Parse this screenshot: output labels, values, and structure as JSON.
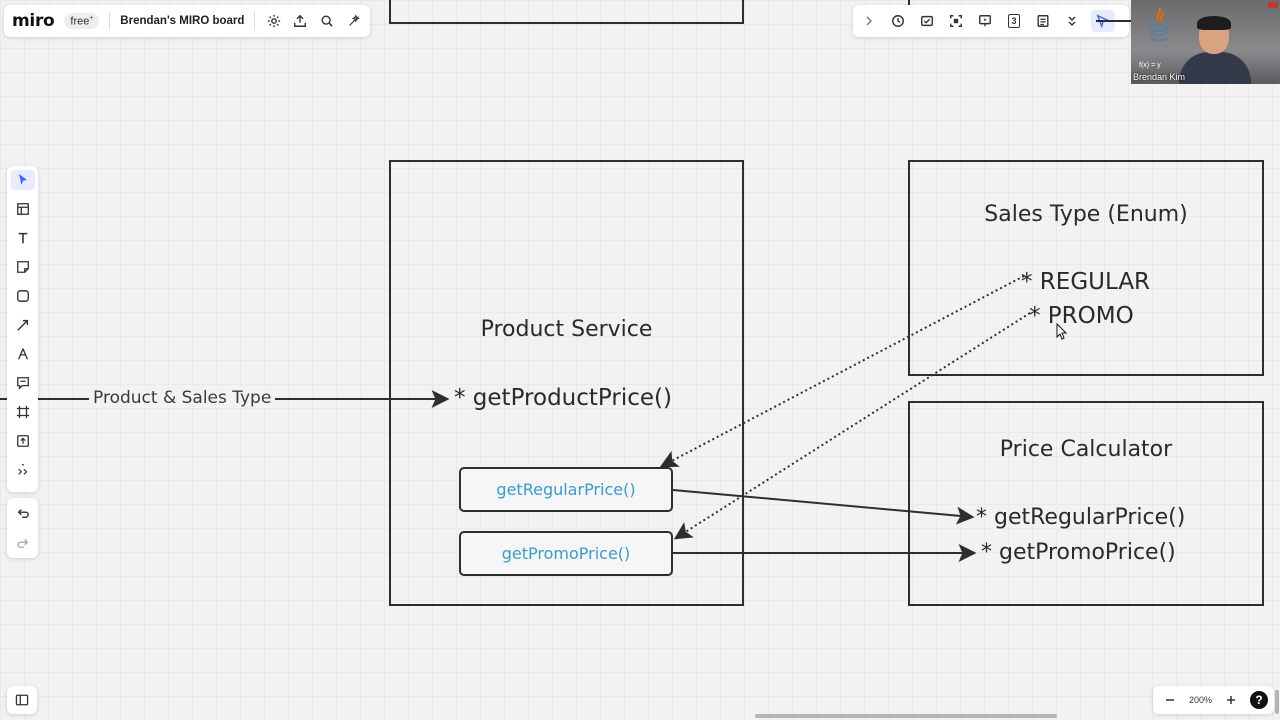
{
  "app": {
    "logo": "miro",
    "plan_badge": "free",
    "board_name": "Brendan's MIRO board"
  },
  "toolbar_top_left": {
    "icons": [
      "settings-icon",
      "share-icon",
      "search-icon",
      "magic-icon"
    ]
  },
  "toolbar_top_right": {
    "icons": [
      "chevron-right-icon",
      "timer-icon",
      "voting-icon",
      "frame-icon",
      "present-icon",
      "count-icon",
      "notes-icon",
      "more-icon",
      "cursor-icon"
    ],
    "count_value": "3"
  },
  "video": {
    "speaker_name": "Brendan Kim",
    "caption": "f(x) = y"
  },
  "left_toolbar": {
    "tools": [
      "select-icon",
      "templates-icon",
      "text-icon",
      "sticky-note-icon",
      "shape-icon",
      "connection-line-icon",
      "pen-icon",
      "comment-icon",
      "frame-icon",
      "upload-icon",
      "more-tools-icon"
    ],
    "undo": "undo-icon",
    "redo": "redo-icon"
  },
  "zoom": {
    "level": "200%"
  },
  "canvas": {
    "edge_label": "Product & Sales Type",
    "product_service": {
      "title": "Product Service",
      "method": "* getProductPrice()",
      "regular_button": "getRegularPrice()",
      "promo_button": "getPromoPrice()"
    },
    "sales_type": {
      "title": "Sales Type (Enum)",
      "items": [
        "* REGULAR",
        "* PROMO"
      ]
    },
    "price_calculator": {
      "title": "Price Calculator",
      "methods": [
        "* getRegularPrice()",
        "* getPromoPrice()"
      ]
    }
  },
  "colors": {
    "accent": "#4262ff",
    "method_text": "#3a9bd0",
    "frame_border": "#2e2e2e",
    "canvas_bg": "#f2f2f2"
  }
}
